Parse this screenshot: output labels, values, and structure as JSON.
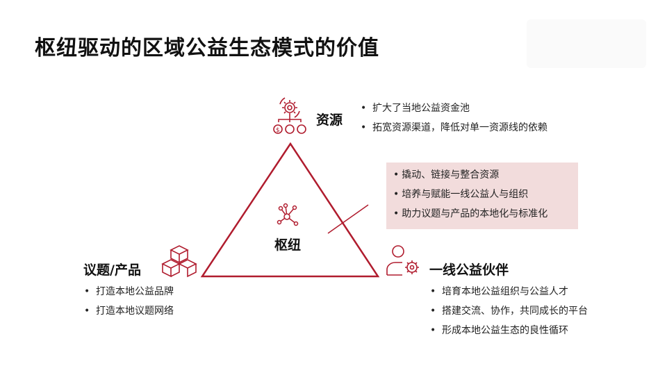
{
  "title": "枢纽驱动的区域公益生态模式的价值",
  "colors": {
    "accent": "#b01c2e",
    "box_bg": "#f2dcdc"
  },
  "icons": {
    "resource": "gear-money-icon",
    "hub": "network-hub-icon",
    "product": "stacked-boxes-icon",
    "partner": "person-gear-icon"
  },
  "resource": {
    "label": "资源",
    "bullets": [
      "扩大了当地公益资金池",
      "拓宽资源渠道，降低对单一资源线的依赖"
    ]
  },
  "hub": {
    "label": "枢纽",
    "bullets": [
      "撬动、链接与整合资源",
      "培养与赋能一线公益人与组织",
      "助力议题与产品的本地化与标准化"
    ]
  },
  "product": {
    "label": "议题/产品",
    "bullets": [
      "打造本地公益品牌",
      "打造本地议题网络"
    ]
  },
  "partner": {
    "label": "一线公益伙伴",
    "bullets": [
      "培育本地公益组织与公益人才",
      "搭建交流、协作，共同成长的平台",
      "形成本地公益生态的良性循环"
    ]
  }
}
